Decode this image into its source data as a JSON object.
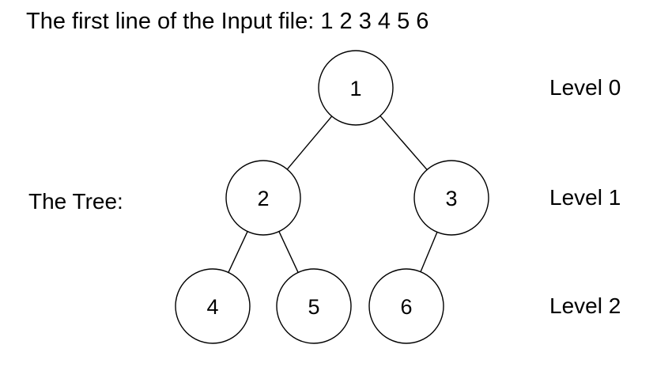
{
  "heading": "The first line of the Input file: 1 2 3 4 5 6",
  "tree_label": "The Tree:",
  "levels": [
    "Level 0",
    "Level 1",
    "Level 2"
  ],
  "nodes": [
    {
      "id": "n1",
      "label": "1",
      "level": 0
    },
    {
      "id": "n2",
      "label": "2",
      "level": 1
    },
    {
      "id": "n3",
      "label": "3",
      "level": 1
    },
    {
      "id": "n4",
      "label": "4",
      "level": 2
    },
    {
      "id": "n5",
      "label": "5",
      "level": 2
    },
    {
      "id": "n6",
      "label": "6",
      "level": 2
    }
  ],
  "edges": [
    {
      "from": "n1",
      "to": "n2"
    },
    {
      "from": "n1",
      "to": "n3"
    },
    {
      "from": "n2",
      "to": "n4"
    },
    {
      "from": "n2",
      "to": "n5"
    },
    {
      "from": "n3",
      "to": "n6"
    }
  ]
}
